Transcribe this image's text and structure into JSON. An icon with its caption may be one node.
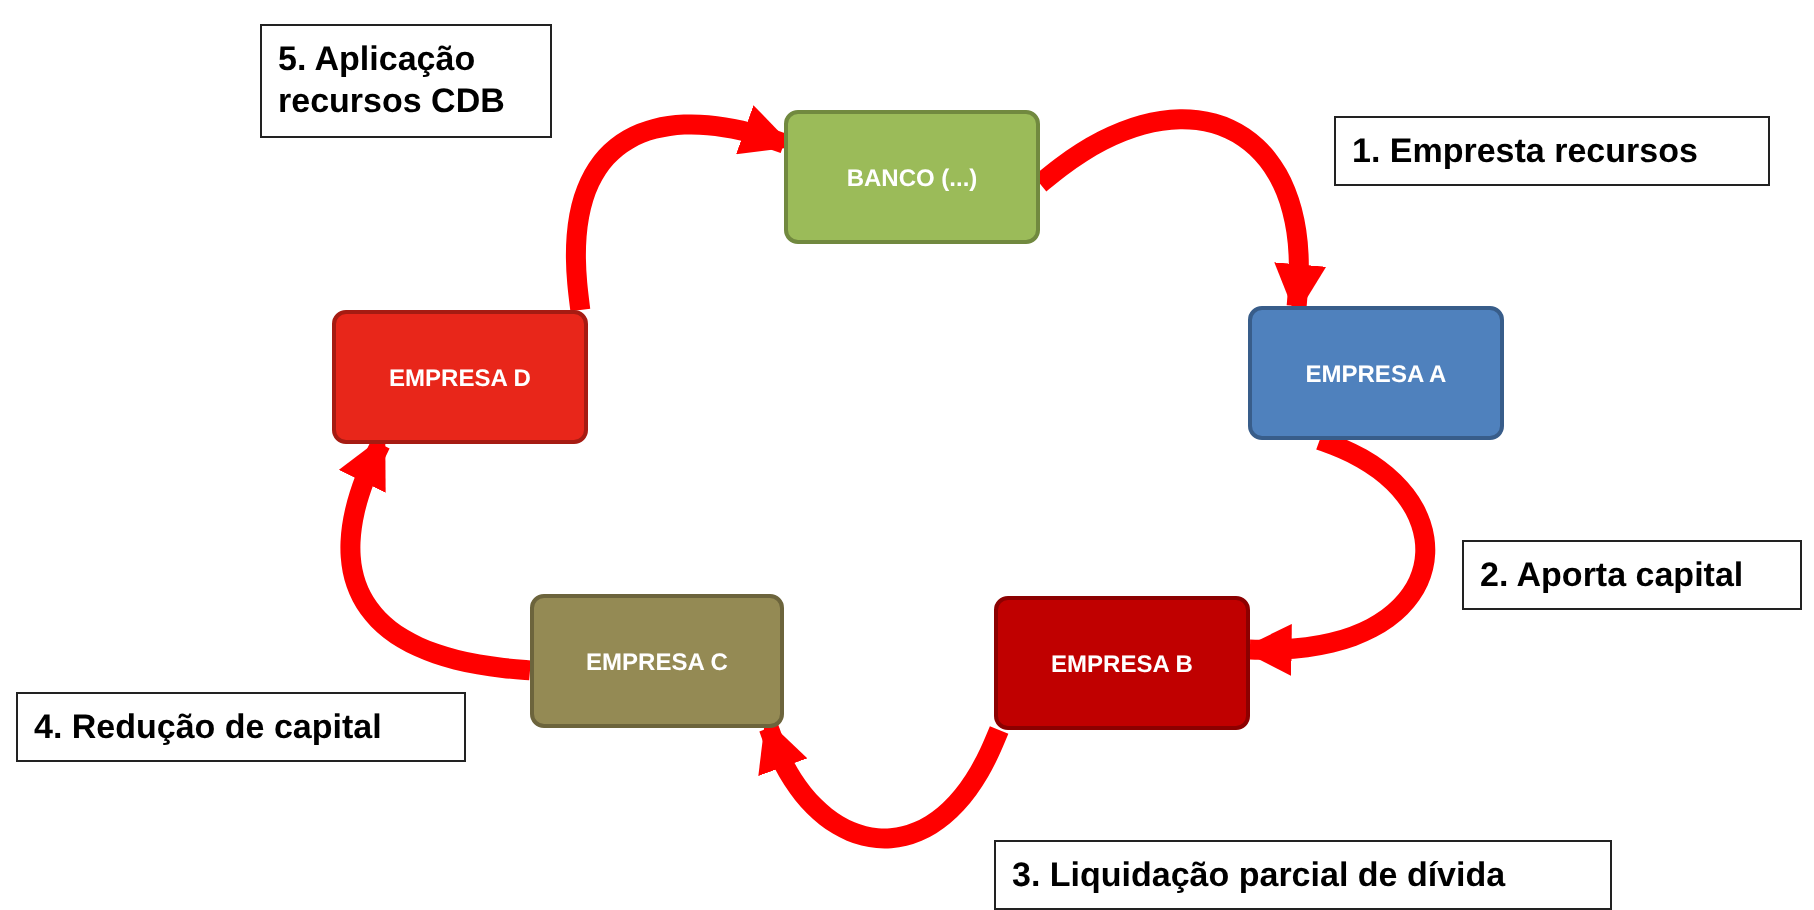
{
  "diagram": {
    "nodes": [
      {
        "text": [
          "BANCO (...)"
        ]
      },
      {
        "text": [
          "EMPRESA A"
        ]
      },
      {
        "text": [
          "EMPRESA B"
        ]
      },
      {
        "text": [
          "EMPRESA C"
        ]
      },
      {
        "text": [
          "EMPRESA D"
        ]
      }
    ],
    "edges": [
      {
        "from": 0,
        "to": 1,
        "arrow": "to",
        "label": "1. Empresta recursos"
      },
      {
        "from": 1,
        "to": 2,
        "arrow": "to",
        "label": "2. Aporta capital"
      },
      {
        "from": 2,
        "to": 3,
        "arrow": "to",
        "label": "3. Liquidação parcial de dívida"
      },
      {
        "from": 3,
        "to": 4,
        "arrow": "to",
        "label": "4. Redução de capital"
      },
      {
        "from": 4,
        "to": 0,
        "arrow": "to",
        "label": "5. Aplicação recursos CDB"
      }
    ]
  }
}
